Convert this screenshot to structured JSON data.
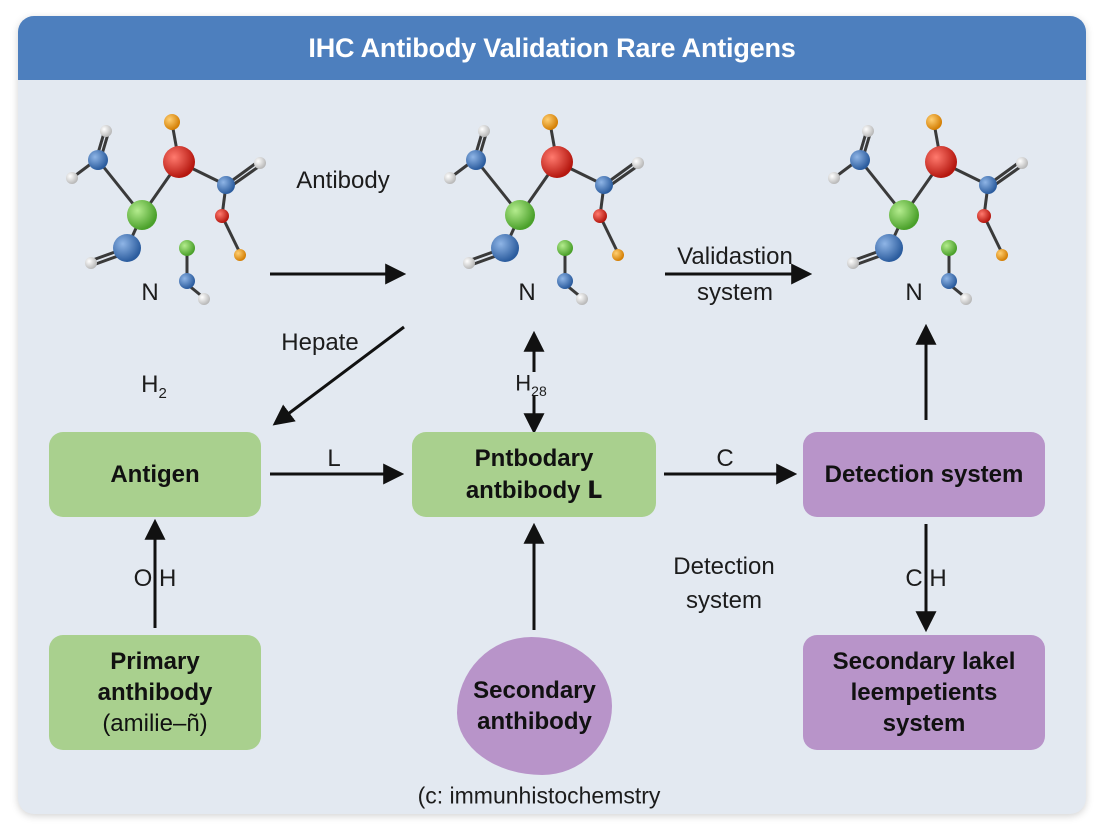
{
  "title": "IHC Antibody Validation Rare Antigens",
  "molecules": [
    {
      "n_label": "N"
    },
    {
      "n_label": "N"
    },
    {
      "n_label": "N"
    }
  ],
  "labels": {
    "antibody": "Antibody",
    "validation_line1": "Validastion",
    "validation_line2": "system",
    "hepate": "Hepate",
    "h2_left": "H",
    "h2_left_sub": "2",
    "h2_mid": "H",
    "h2_mid_sub": "28",
    "l_arrow": "L",
    "c_arrow": "C",
    "detection_line1": "Detection",
    "detection_line2": "system",
    "oh": "O H",
    "ch": "C H"
  },
  "boxes": {
    "antigen": "Antigen",
    "pntbodary_line1": "Pntbodary",
    "pntbodary_line2": "antbibody ᒪ",
    "detection_system": "Detection system",
    "primary_line1": "Primary",
    "primary_line2": "anthibody",
    "primary_line3": "(amilie–ñ)",
    "secondary_line1": "Secondary",
    "secondary_line2": "anthibody",
    "seclakel_line1": "Secondary lakel",
    "seclakel_line2": "leempetients",
    "seclakel_line3": "system"
  },
  "footer": "(c: immunhistochemstry",
  "colors": {
    "header": "#4d7fbe",
    "background": "#e3e9f1",
    "green_box": "#a9d08e",
    "purple_box": "#b894c9",
    "atom_blue": "#3b6fb3",
    "atom_red": "#d42a22",
    "atom_green": "#6cc24a",
    "atom_orange": "#e8961a",
    "atom_white": "#f2f2f2"
  }
}
